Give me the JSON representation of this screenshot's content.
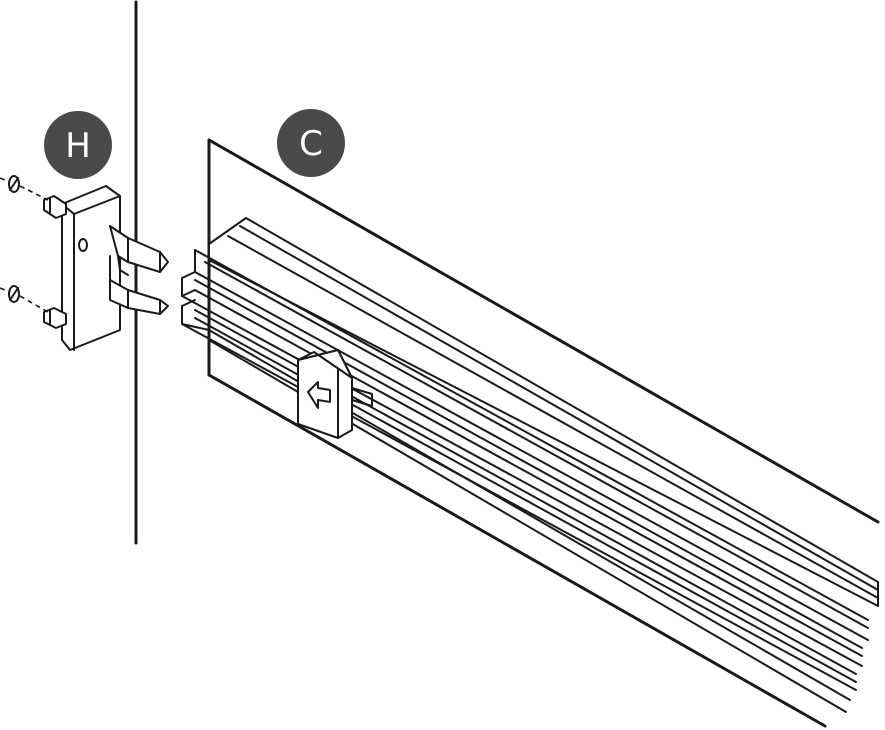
{
  "callouts": [
    {
      "id": "H",
      "label": "H"
    },
    {
      "id": "C",
      "label": "C"
    }
  ],
  "colors": {
    "line": "#1a1a1a",
    "callout_fill": "#4a4a4a",
    "background": "#ffffff"
  },
  "icons": [
    "arrow-left-icon",
    "screw-hole-icon"
  ]
}
